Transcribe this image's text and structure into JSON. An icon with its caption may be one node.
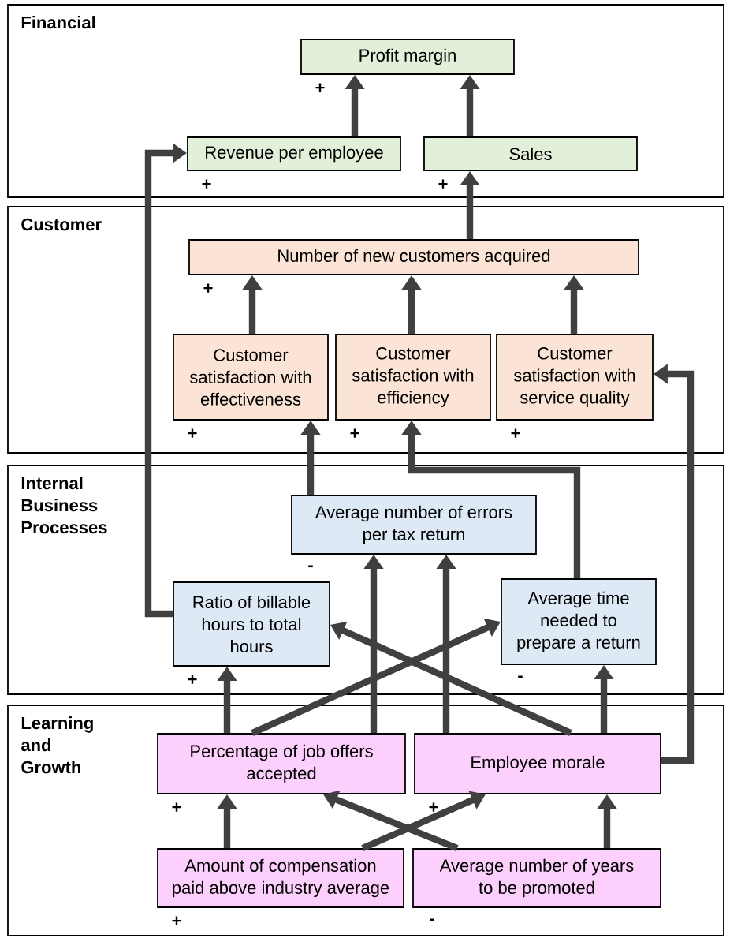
{
  "diagram": {
    "nodes": [
      {
        "text": [
          "Financial"
        ]
      },
      {
        "text": [
          "Profit margin"
        ],
        "in": 0,
        "beside": [
          "+"
        ]
      },
      {
        "text": [
          "Revenue per employee"
        ],
        "in": 0,
        "beside": [
          "+"
        ]
      },
      {
        "text": [
          "Sales"
        ],
        "in": 0,
        "beside": [
          "+"
        ]
      },
      {
        "text": [
          "Customer"
        ]
      },
      {
        "text": [
          "Number of new customers acquired"
        ],
        "in": 4,
        "beside": [
          "+"
        ]
      },
      {
        "text": [
          "Customer satisfaction with effectiveness"
        ],
        "in": 4,
        "beside": [
          "+"
        ]
      },
      {
        "text": [
          "Customer satisfaction with efficiency"
        ],
        "in": 4,
        "beside": [
          "+"
        ]
      },
      {
        "text": [
          "Customer satisfaction with service quality"
        ],
        "in": 4,
        "beside": [
          "+"
        ]
      },
      {
        "text": [
          "Internal Business Processes"
        ]
      },
      {
        "text": [
          "Average number of errors per tax return"
        ],
        "in": 9,
        "beside": [
          "-"
        ]
      },
      {
        "text": [
          "Ratio of billable hours to total hours"
        ],
        "in": 9,
        "beside": [
          "+"
        ]
      },
      {
        "text": [
          "Average time needed to prepare a return"
        ],
        "in": 9,
        "beside": [
          "-"
        ]
      },
      {
        "text": [
          "Learning and Growth"
        ]
      },
      {
        "text": [
          "Percentage of job offers accepted"
        ],
        "in": 13,
        "beside": [
          "+"
        ]
      },
      {
        "text": [
          "Employee morale"
        ],
        "in": 13,
        "beside": [
          "+"
        ]
      },
      {
        "text": [
          "Amount of compensation paid above industry average"
        ],
        "in": 13,
        "beside": [
          "+"
        ]
      },
      {
        "text": [
          "Average number of years to be promoted"
        ],
        "in": 13,
        "beside": [
          "-"
        ]
      }
    ],
    "edges": [
      {
        "from": 2,
        "to": 1,
        "arrow": "to"
      },
      {
        "from": 3,
        "to": 1,
        "arrow": "to"
      },
      {
        "from": 5,
        "to": 3,
        "arrow": "to"
      },
      {
        "from": 11,
        "to": 2,
        "arrow": "to"
      },
      {
        "from": 6,
        "to": 5,
        "arrow": "to"
      },
      {
        "from": 7,
        "to": 5,
        "arrow": "to"
      },
      {
        "from": 8,
        "to": 5,
        "arrow": "to"
      },
      {
        "from": 10,
        "to": 6,
        "arrow": "to"
      },
      {
        "from": 12,
        "to": 7,
        "arrow": "to"
      },
      {
        "from": 15,
        "to": 8,
        "arrow": "to"
      },
      {
        "from": 14,
        "to": 11,
        "arrow": "to"
      },
      {
        "from": 14,
        "to": 12,
        "arrow": "to"
      },
      {
        "from": 14,
        "to": 10,
        "arrow": "to"
      },
      {
        "from": 15,
        "to": 10,
        "arrow": "to"
      },
      {
        "from": 15,
        "to": 11,
        "arrow": "to"
      },
      {
        "from": 15,
        "to": 12,
        "arrow": "to"
      },
      {
        "from": 16,
        "to": 14,
        "arrow": "to"
      },
      {
        "from": 16,
        "to": 15,
        "arrow": "to"
      },
      {
        "from": 17,
        "to": 14,
        "arrow": "to"
      },
      {
        "from": 17,
        "to": 15,
        "arrow": "to"
      }
    ]
  }
}
